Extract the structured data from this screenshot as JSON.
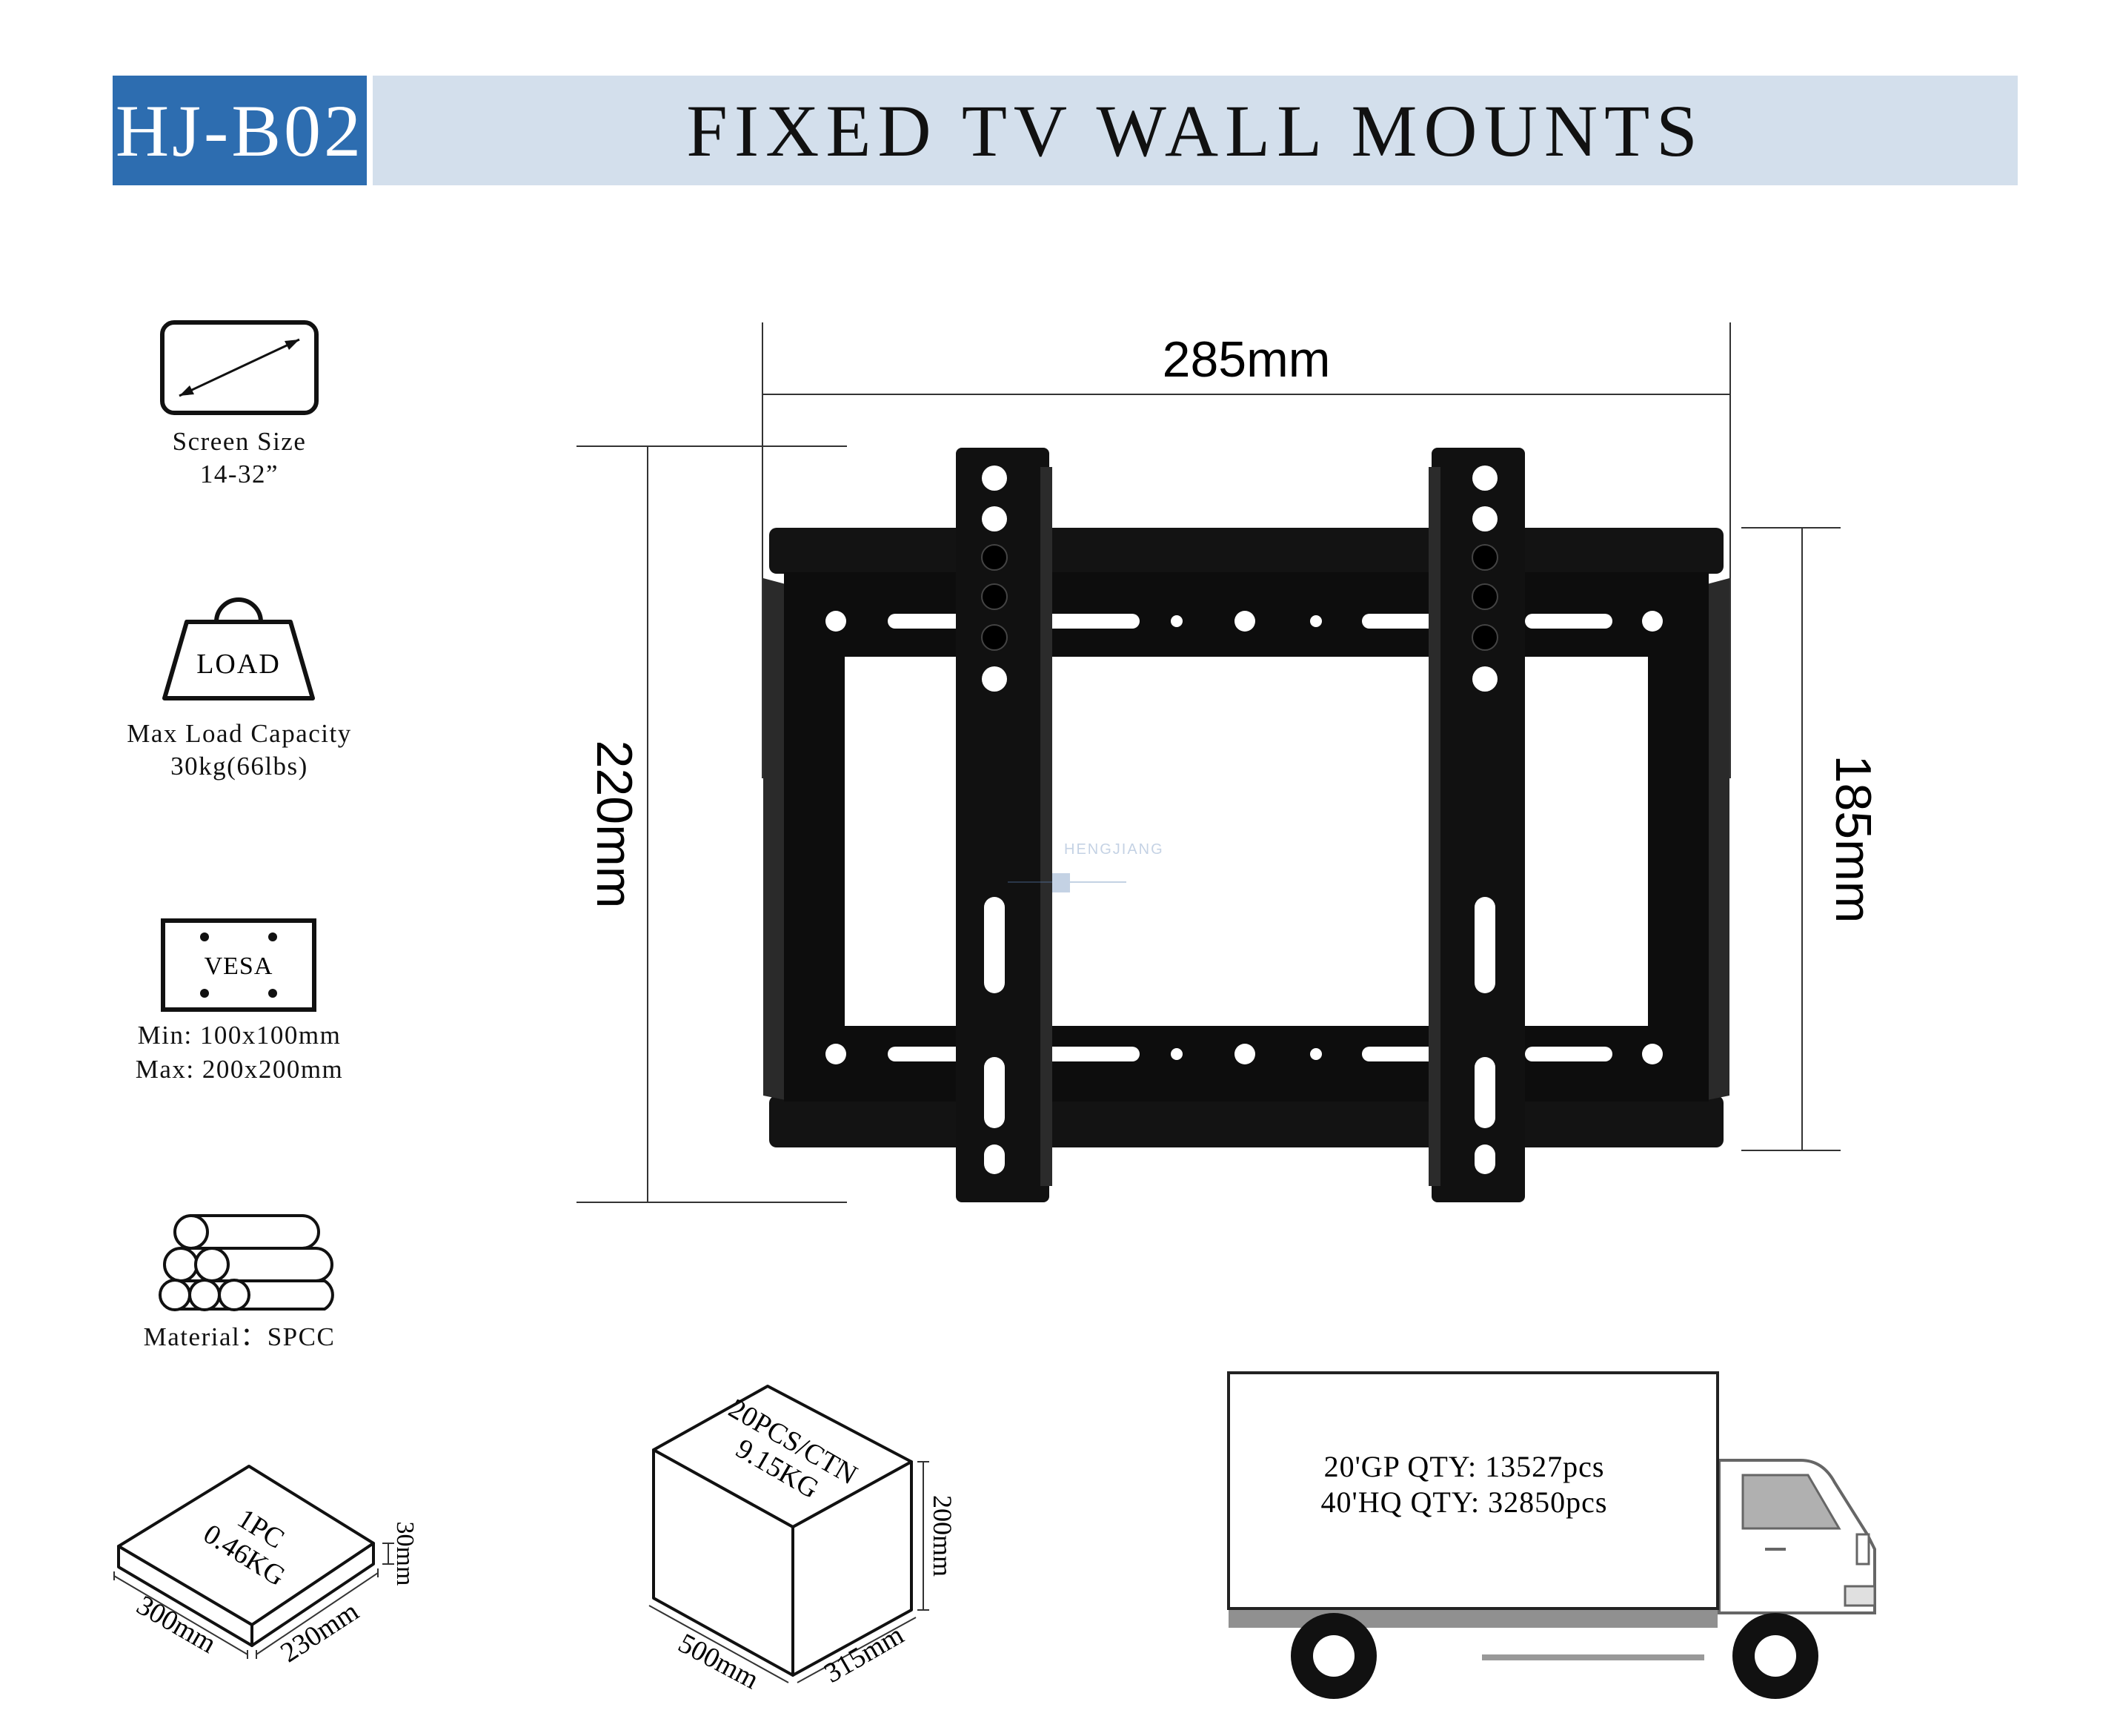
{
  "header": {
    "model": "HJ-B02",
    "title": "FIXED TV WALL MOUNTS"
  },
  "specs": {
    "screen": {
      "icon": "screen-diagonal-icon",
      "label": "Screen Size",
      "value": "14-32”"
    },
    "load": {
      "icon": "weight-icon",
      "icon_text": "LOAD",
      "label": "Max Load Capacity",
      "value": "30kg(66lbs)"
    },
    "vesa": {
      "icon": "vesa-pattern-icon",
      "icon_text": "VESA",
      "min": "Min: 100x100mm",
      "max": "Max: 200x200mm"
    },
    "material": {
      "icon": "steel-pipes-icon",
      "label": "Material：SPCC"
    }
  },
  "dimensions": {
    "width": "285mm",
    "height": "220mm",
    "inner_height": "185mm"
  },
  "watermark": "HENGJIANG",
  "packaging": {
    "single": {
      "qty": "1PC",
      "weight": "0.46KG",
      "length": "300mm",
      "width": "230mm",
      "height": "30mm"
    },
    "carton": {
      "qty": "20PCS/CTN",
      "weight": "9.15KG",
      "length": "500mm",
      "width": "315mm",
      "height": "200mm"
    }
  },
  "container": {
    "gp20": "20'GP QTY: 13527pcs",
    "hq40": "40'HQ QTY: 32850pcs"
  }
}
